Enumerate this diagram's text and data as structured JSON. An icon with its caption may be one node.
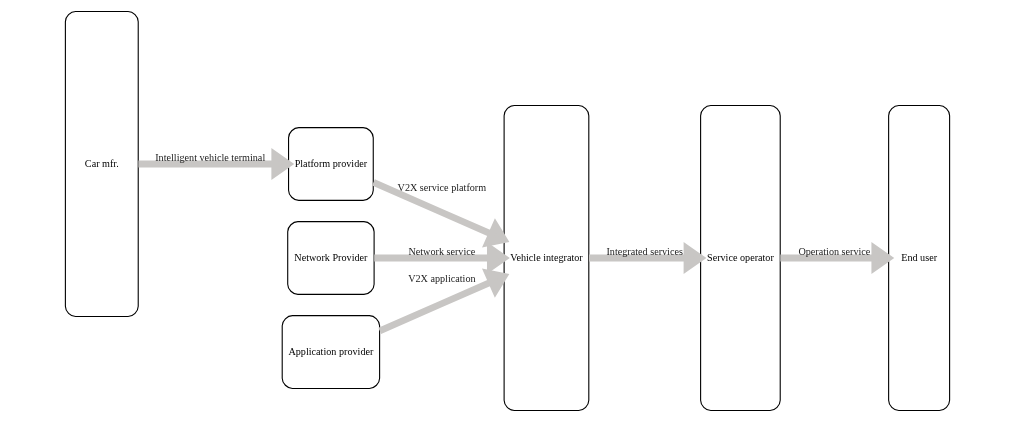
{
  "diagram": {
    "nodes": [
      {
        "text": [
          "Car mfr."
        ]
      },
      {
        "text": [
          "Network Provider"
        ]
      },
      {
        "text": [
          "Platform provider"
        ]
      },
      {
        "text": [
          "Application provider"
        ]
      },
      {
        "text": [
          "Vehicle integrator"
        ]
      },
      {
        "text": [
          "Service operator"
        ]
      },
      {
        "text": [
          "End user"
        ]
      }
    ],
    "edges": [
      {
        "from": 0,
        "to": 2,
        "arrow": "to",
        "label": "Intelligent vehicle terminal"
      },
      {
        "from": 1,
        "to": 4,
        "arrow": "to",
        "label": "Network service"
      },
      {
        "from": 2,
        "to": 4,
        "arrow": "to",
        "label": "V2X service platform"
      },
      {
        "from": 3,
        "to": 4,
        "arrow": "to",
        "label": "V2X application"
      },
      {
        "from": 4,
        "to": 5,
        "arrow": "to",
        "label": "Integrated services"
      },
      {
        "from": 5,
        "to": 6,
        "arrow": "to",
        "label": "Operation service"
      }
    ]
  }
}
